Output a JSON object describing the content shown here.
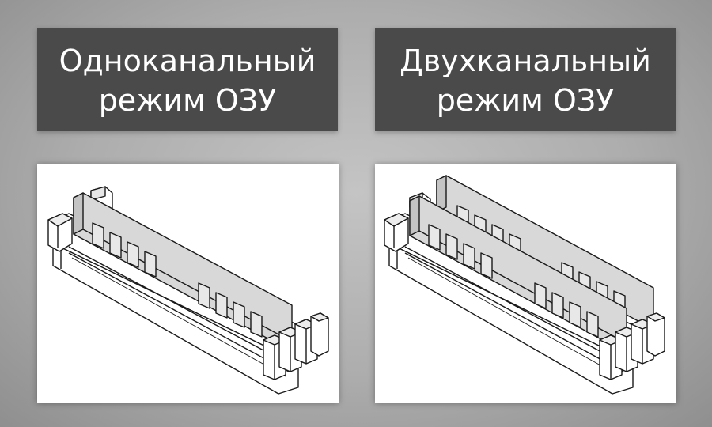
{
  "single_channel": {
    "title_line1": "Одноканальный",
    "title_line2": "режим ОЗУ"
  },
  "dual_channel": {
    "title_line1": "Двухканальный",
    "title_line2": "режим ОЗУ"
  },
  "colors": {
    "background": "#adadad",
    "label_bg": "#4a4a4a",
    "label_text": "#ffffff",
    "panel_bg": "#ffffff",
    "stroke": "#1a1a1a",
    "module_fill": "#d8d8d8"
  }
}
